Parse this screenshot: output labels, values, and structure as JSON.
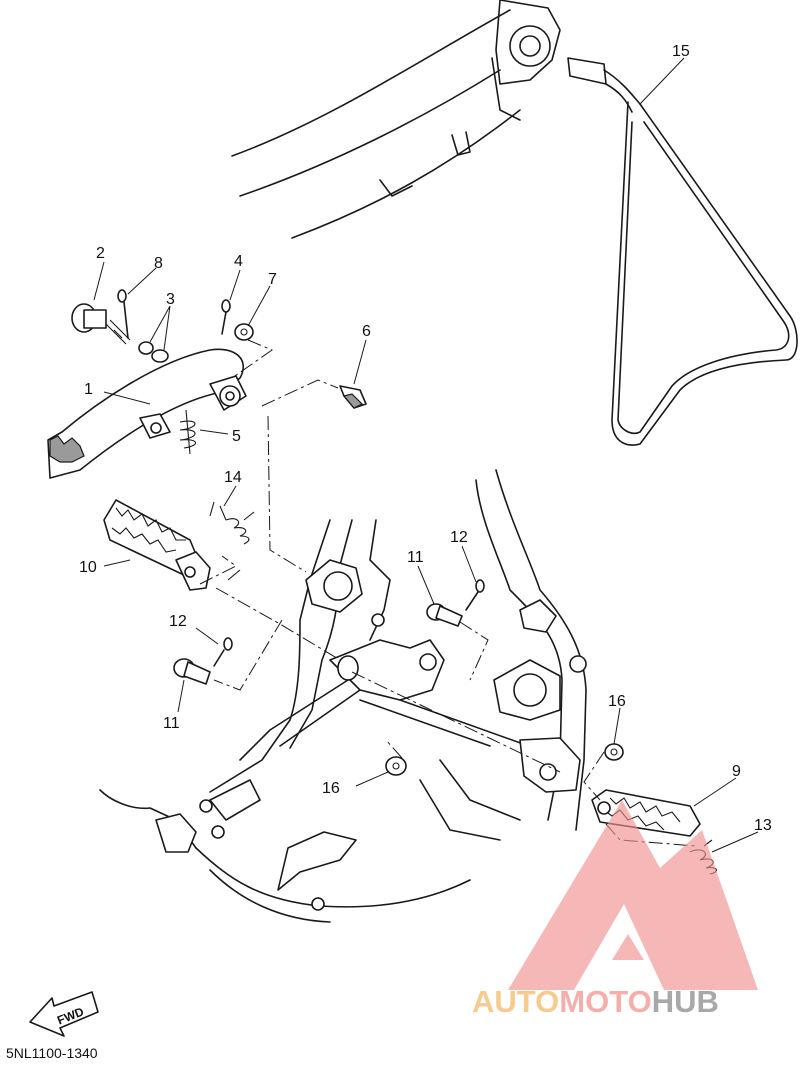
{
  "callouts": [
    {
      "id": "c1",
      "label": "1"
    },
    {
      "id": "c2",
      "label": "2"
    },
    {
      "id": "c3",
      "label": "3"
    },
    {
      "id": "c4",
      "label": "4"
    },
    {
      "id": "c5",
      "label": "5"
    },
    {
      "id": "c6",
      "label": "6"
    },
    {
      "id": "c7",
      "label": "7"
    },
    {
      "id": "c8",
      "label": "8"
    },
    {
      "id": "c9",
      "label": "9"
    },
    {
      "id": "c10",
      "label": "10"
    },
    {
      "id": "c11a",
      "label": "11"
    },
    {
      "id": "c11b",
      "label": "11"
    },
    {
      "id": "c12a",
      "label": "12"
    },
    {
      "id": "c12b",
      "label": "12"
    },
    {
      "id": "c13",
      "label": "13"
    },
    {
      "id": "c14",
      "label": "14"
    },
    {
      "id": "c15",
      "label": "15"
    },
    {
      "id": "c16a",
      "label": "16"
    },
    {
      "id": "c16b",
      "label": "16"
    }
  ],
  "direction_marker": "FWD",
  "diagram_code": "5NL1100-1340",
  "watermark": {
    "parts": [
      "AUTO",
      "MOTO",
      "HUB"
    ],
    "colors": {
      "auto": "#f6c27a",
      "moto": "#f4a19c",
      "hub": "#9a9a9a",
      "triangle": "#f28f8f"
    }
  }
}
